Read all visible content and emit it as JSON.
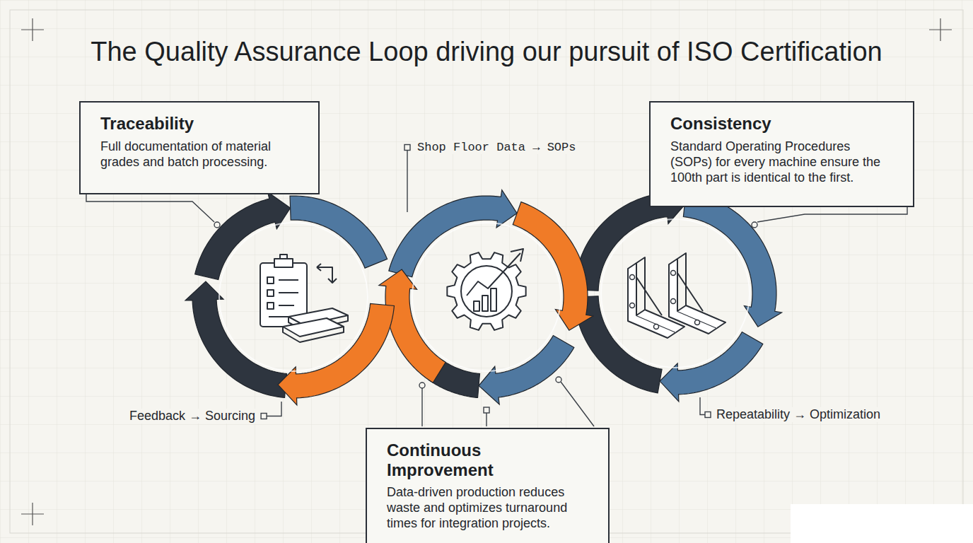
{
  "diagram": {
    "title": "The Quality Assurance Loop driving our pursuit of ISO Certification",
    "nodes": [
      {
        "text": [
          "Traceability",
          "Full documentation of material grades and batch processing."
        ]
      },
      {
        "text": [
          "Consistency",
          "Standard Operating Procedures (SOPs) for every machine ensure the 100th part is identical to the first."
        ]
      },
      {
        "text": [
          "Continuous Improvement",
          "Data-driven production reduces waste and optimizes turnaround times for integration projects."
        ]
      }
    ],
    "labels": [
      "Shop Floor Data → SOPs",
      "Feedback → Sourcing",
      "Repeatability → Optimization"
    ]
  }
}
